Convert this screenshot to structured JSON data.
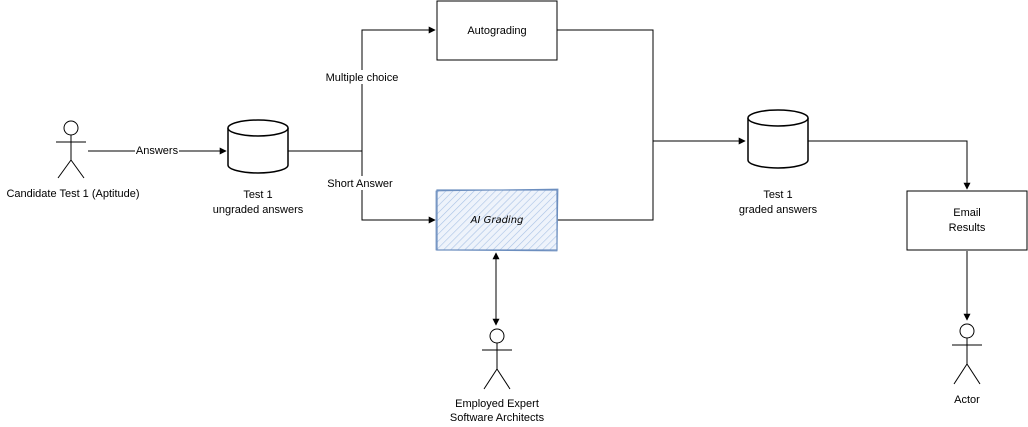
{
  "actors": {
    "candidate": "Candidate Test 1 (Aptitude)",
    "experts_line1": "Employed Expert",
    "experts_line2": "Software Architects",
    "actor": "Actor"
  },
  "datastores": {
    "ungraded_line1": "Test 1",
    "ungraded_line2": "ungraded answers",
    "graded_line1": "Test 1",
    "graded_line2": "graded answers"
  },
  "processes": {
    "autograding": "Autograding",
    "ai_grading": "AI Grading",
    "email_line1": "Email",
    "email_line2": "Results"
  },
  "edges": {
    "answers": "Answers",
    "multiple_choice": "Multiple choice",
    "short_answer": "Short Answer"
  },
  "colors": {
    "stroke": "#000000",
    "ai_fill": "#dae8fc",
    "ai_stroke": "#6c8ebf"
  }
}
